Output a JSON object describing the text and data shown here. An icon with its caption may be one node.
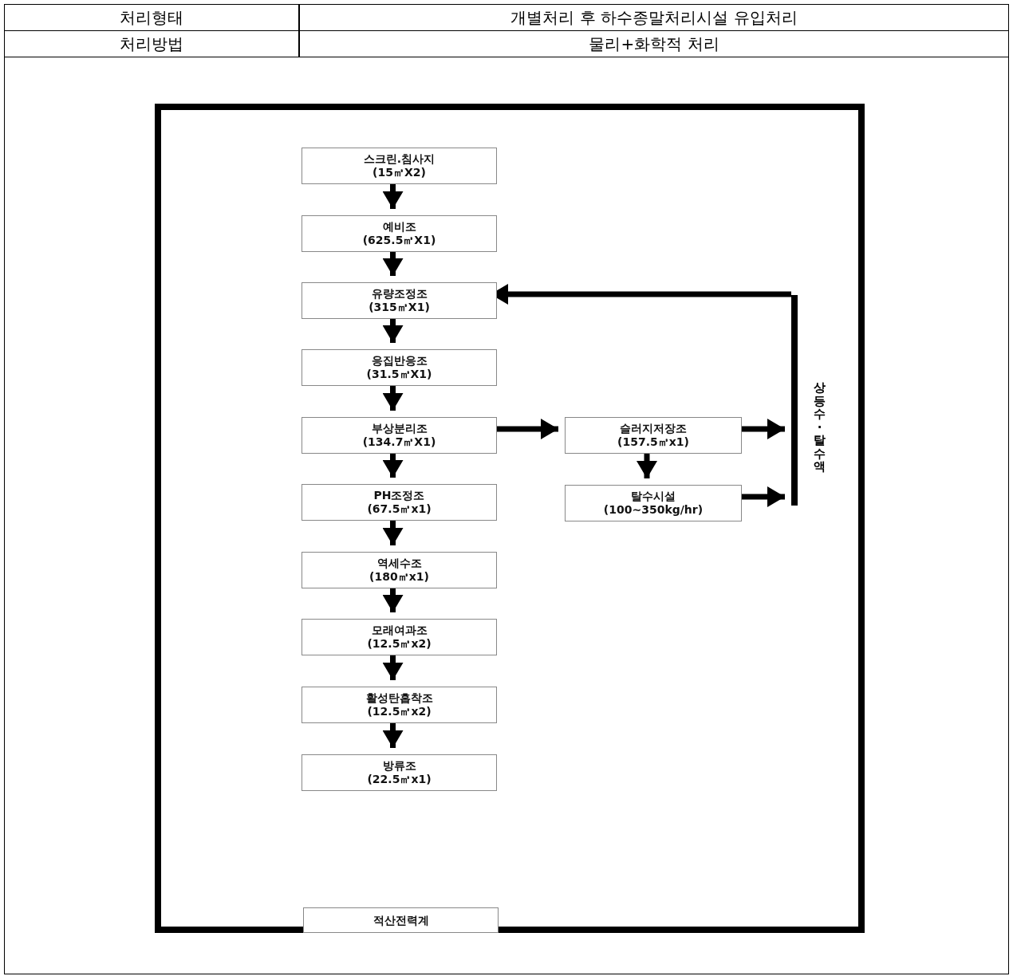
{
  "diagram": {
    "nodes": [
      {
        "text": [],
        "shape": "box"
      },
      {
        "text": [
          "스크린.침사지",
          "(15㎥X2)"
        ],
        "in": 0
      },
      {
        "text": [
          "예비조",
          "(625.5㎥X1)"
        ],
        "in": 0
      },
      {
        "text": [
          "유량조정조",
          "(315㎥X1)"
        ],
        "in": 0
      },
      {
        "text": [
          "응집반응조",
          "(31.5㎥X1)"
        ],
        "in": 0
      },
      {
        "text": [
          "부상분리조",
          "(134.7㎥X1)"
        ],
        "in": 0
      },
      {
        "text": [
          "PH조정조",
          "(67.5㎥x1)"
        ],
        "in": 0
      },
      {
        "text": [
          "역세수조",
          "(180㎥x1)"
        ],
        "in": 0
      },
      {
        "text": [
          "모래여과조",
          "(12.5㎥x2)"
        ],
        "in": 0
      },
      {
        "text": [
          "활성탄흡착조",
          "(12.5㎥x2)"
        ],
        "in": 0
      },
      {
        "text": [
          "방류조",
          "(22.5㎥x1)"
        ],
        "in": 0
      },
      {
        "text": [
          "슬러지저장조",
          "(157.5㎥x1)"
        ],
        "in": 0
      },
      {
        "text": [
          "탈수시설",
          "(100~350kg/hr)"
        ],
        "in": 0
      },
      {
        "text": [],
        "shape": "bar",
        "in": 0,
        "beside": [
          "상등수·탈수액"
        ]
      },
      {
        "text": [
          "적산전력계"
        ],
        "in": 0
      }
    ],
    "edges": [
      {
        "from": 1,
        "to": 2,
        "arrow": "to"
      },
      {
        "from": 2,
        "to": 3,
        "arrow": "to"
      },
      {
        "from": 3,
        "to": 4,
        "arrow": "to"
      },
      {
        "from": 4,
        "to": 5,
        "arrow": "to"
      },
      {
        "from": 5,
        "to": 6,
        "arrow": "to"
      },
      {
        "from": 6,
        "to": 7,
        "arrow": "to"
      },
      {
        "from": 7,
        "to": 8,
        "arrow": "to"
      },
      {
        "from": 8,
        "to": 9,
        "arrow": "to"
      },
      {
        "from": 9,
        "to": 10,
        "arrow": "to"
      },
      {
        "from": 5,
        "to": 11,
        "arrow": "to"
      },
      {
        "from": 11,
        "to": 12,
        "arrow": "to"
      },
      {
        "from": 11,
        "to": 13,
        "arrow": "to"
      },
      {
        "from": 12,
        "to": 13,
        "arrow": "to"
      },
      {
        "from": 13,
        "to": 3,
        "arrow": "to"
      }
    ],
    "labels": [
      "처리형태",
      "개별처리 후 하수종말처리시설 유입처리",
      "처리방법",
      "물리+화학적 처리"
    ]
  }
}
